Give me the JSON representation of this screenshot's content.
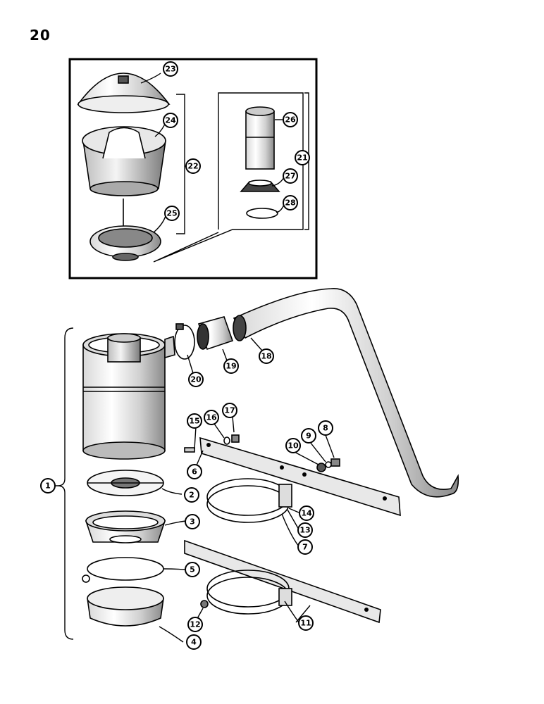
{
  "page_number": "20",
  "callouts": {
    "c1": "1",
    "c2": "2",
    "c3": "3",
    "c4": "4",
    "c5": "5",
    "c6": "6",
    "c7": "7",
    "c8": "8",
    "c9": "9",
    "c10": "10",
    "c11": "11",
    "c12": "12",
    "c13": "13",
    "c14": "14",
    "c15": "15",
    "c16": "16",
    "c17": "17",
    "c18": "18",
    "c19": "19",
    "c20": "20",
    "c21": "21",
    "c22": "22",
    "c23": "23",
    "c24": "24",
    "c25": "25",
    "c26": "26",
    "c27": "27",
    "c28": "28"
  }
}
